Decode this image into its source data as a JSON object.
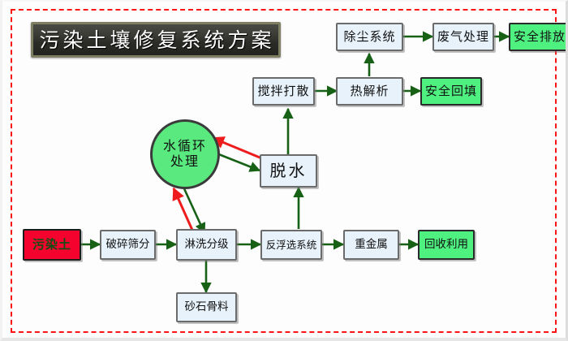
{
  "title": "污染土壤修复系统方案",
  "colors": {
    "frame_dashed": "#fb1515",
    "box_fill": "#e7f2fb",
    "box_border": "#6b6b6b",
    "green_fill": "#4ef07f",
    "red_fill": "#f5022e",
    "circle_fill": "#59e97e",
    "arrow_green": "#176117",
    "arrow_red": "#ee1c1c",
    "title_text": "#ffffff"
  },
  "nodes": {
    "dust_removal": "除尘系统",
    "waste_gas": "废气处理",
    "safe_emission": "安全排放",
    "stir_disperse": "搅拌打散",
    "thermal_desorption": "热解析",
    "safe_backfill": "安全回填",
    "water_cycle_line1": "水循环",
    "water_cycle_line2": "处理",
    "dewatering": "脱水",
    "polluted_soil": "污染土",
    "crush_screen": "破碎筛分",
    "wash_grade": "淋洗分级",
    "reverse_flotation": "反浮选系统",
    "heavy_metal": "重金属",
    "recycle_use": "回收利用",
    "sand_aggregate": "砂石骨料"
  },
  "flows": [
    {
      "from": "dust_removal",
      "to": "waste_gas",
      "color": "#176117"
    },
    {
      "from": "waste_gas",
      "to": "safe_emission",
      "color": "#176117"
    },
    {
      "from": "thermal_desorption",
      "to": "dust_removal",
      "color": "#176117"
    },
    {
      "from": "stir_disperse",
      "to": "thermal_desorption",
      "color": "#176117"
    },
    {
      "from": "thermal_desorption",
      "to": "safe_backfill",
      "color": "#176117"
    },
    {
      "from": "dewatering",
      "to": "stir_disperse",
      "color": "#176117"
    },
    {
      "from": "dewatering",
      "to": "water_cycle",
      "color": "#ee1c1c"
    },
    {
      "from": "water_cycle",
      "to": "dewatering",
      "color": "#176117"
    },
    {
      "from": "wash_grade",
      "to": "water_cycle",
      "color": "#ee1c1c"
    },
    {
      "from": "water_cycle",
      "to": "wash_grade",
      "color": "#176117"
    },
    {
      "from": "polluted_soil",
      "to": "crush_screen",
      "color": "#176117"
    },
    {
      "from": "crush_screen",
      "to": "wash_grade",
      "color": "#176117"
    },
    {
      "from": "wash_grade",
      "to": "reverse_flotation",
      "color": "#176117"
    },
    {
      "from": "wash_grade",
      "to": "sand_aggregate",
      "color": "#176117"
    },
    {
      "from": "reverse_flotation",
      "to": "dewatering",
      "color": "#176117"
    },
    {
      "from": "reverse_flotation",
      "to": "heavy_metal",
      "color": "#176117"
    },
    {
      "from": "heavy_metal",
      "to": "recycle_use",
      "color": "#176117"
    }
  ]
}
